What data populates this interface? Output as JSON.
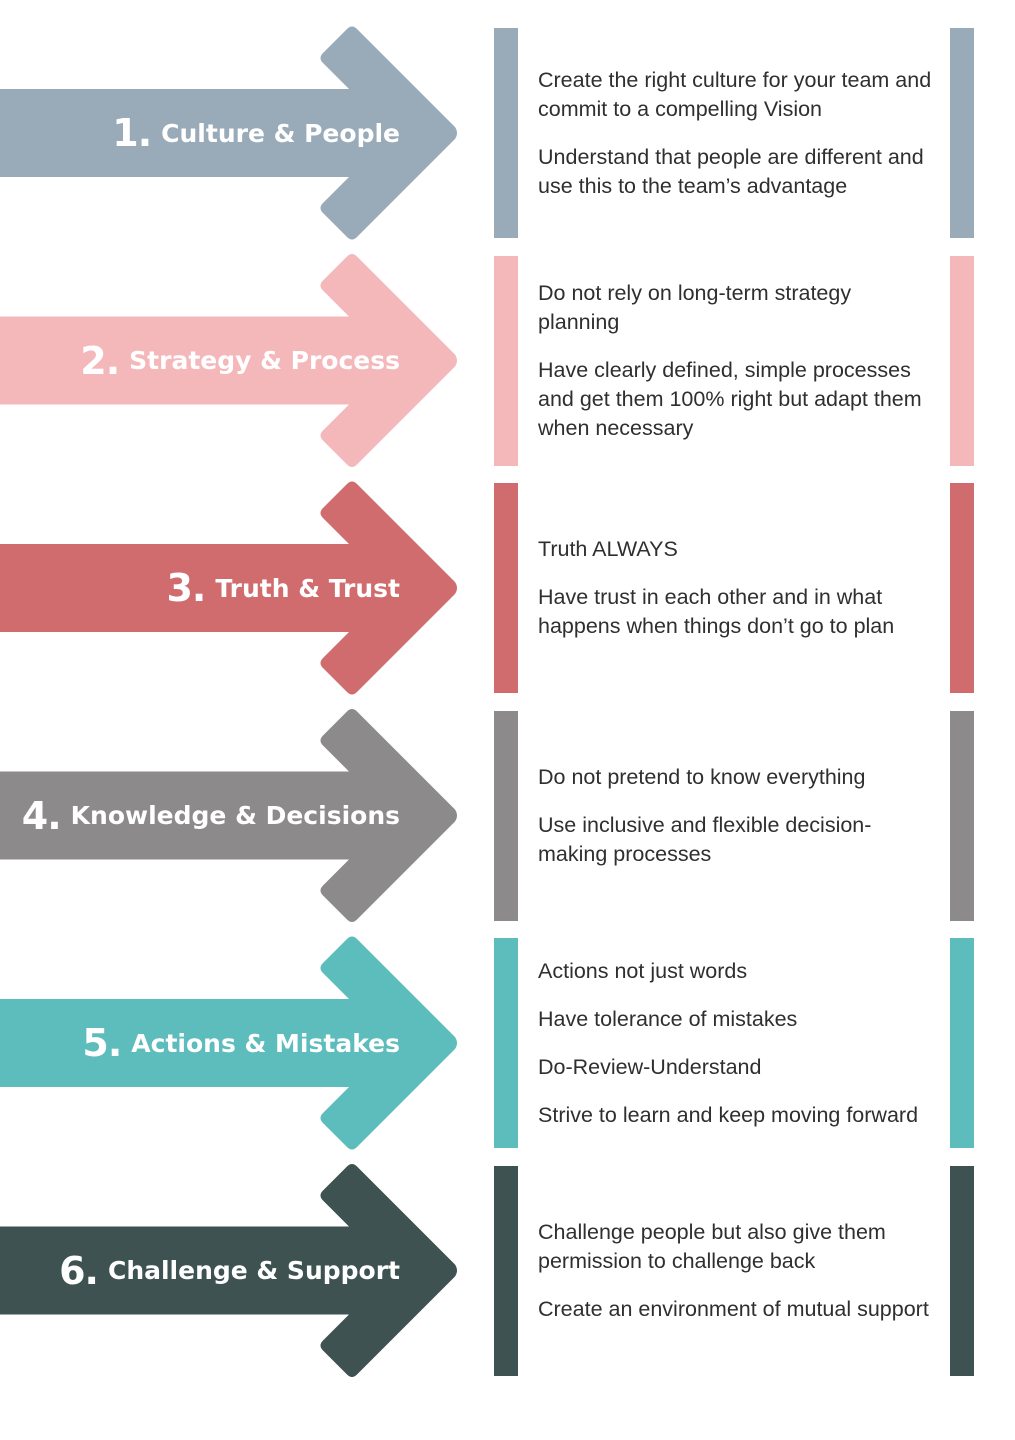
{
  "steps": [
    {
      "number": "1.",
      "title": "Culture & People",
      "color": "#99abb9",
      "points": [
        "Create the right culture for your team and commit to a compelling Vision",
        "Understand that people are different and use this to the team’s advantage"
      ]
    },
    {
      "number": "2.",
      "title": "Strategy & Process",
      "color": "#f4b8bb",
      "points": [
        "Do not rely on long-term strategy planning",
        "Have clearly defined, simple processes and get them 100% right but adapt them when necessary"
      ]
    },
    {
      "number": "3.",
      "title": "Truth & Trust",
      "color": "#d06c6d",
      "points": [
        "Truth ALWAYS",
        "Have trust in each other and in what happens when things don’t go to plan"
      ]
    },
    {
      "number": "4.",
      "title": "Knowledge & Decisions",
      "color": "#8c8a8b",
      "points": [
        "Do not pretend to know everything",
        "Use inclusive and flexible decision-making processes"
      ]
    },
    {
      "number": "5.",
      "title": "Actions & Mistakes",
      "color": "#5cbdbc",
      "points": [
        "Actions not just words",
        "Have tolerance of mistakes",
        "Do-Review-Understand",
        "Strive to learn and keep moving forward"
      ]
    },
    {
      "number": "6.",
      "title": "Challenge & Support",
      "color": "#3d5251",
      "points": [
        "Challenge people but also give them permission to challenge back",
        "Create an environment of mutual support"
      ]
    }
  ]
}
